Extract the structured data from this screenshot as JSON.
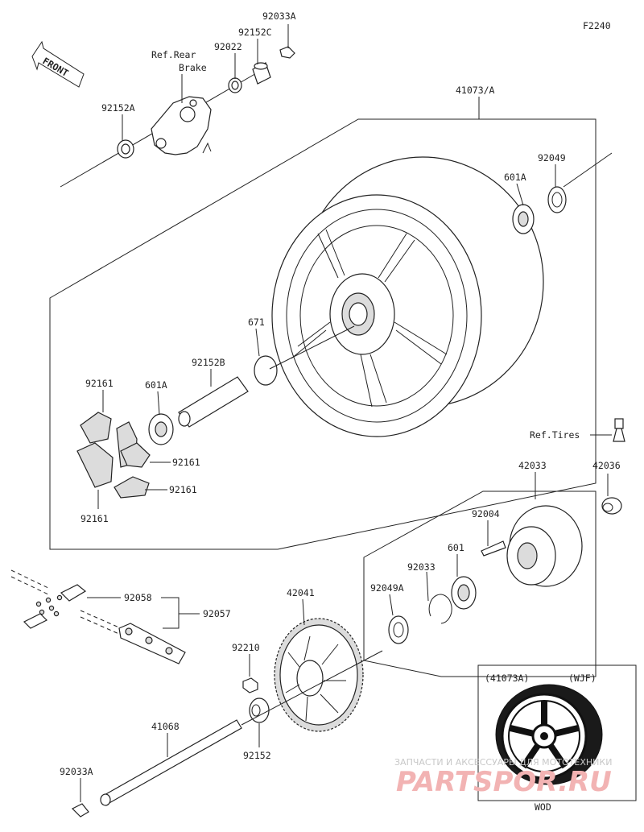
{
  "figure_code": "F2240",
  "front_label": "FRONT",
  "labels": {
    "p92033A_top": "92033A",
    "p92152C": "92152C",
    "p92022": "92022",
    "ref_rear_brake_1": "Ref.Rear",
    "ref_rear_brake_2": "Brake",
    "p92152A": "92152A",
    "p41073A": "41073/A",
    "p92049": "92049",
    "p601A_right": "601A",
    "p671": "671",
    "p92152B": "92152B",
    "p601A_left": "601A",
    "p92161_a": "92161",
    "p92161_b": "92161",
    "p92161_c": "92161",
    "p92161_d": "92161",
    "ref_tires": "Ref.Tires",
    "p42033": "42033",
    "p42036": "42036",
    "p92004": "92004",
    "p601": "601",
    "p92033": "92033",
    "p92049A": "92049A",
    "p92058": "92058",
    "p92057": "92057",
    "p42041": "42041",
    "p92210": "92210",
    "p41068": "41068",
    "p92152": "92152",
    "p92033A_bottom": "92033A"
  },
  "inset": {
    "code_left": "(41073A)",
    "code_right": "(WJF)",
    "caption": "WOD"
  },
  "watermark": {
    "line1": "ЗАПЧАСТИ И АКСЕССУАРЫ ДЛЯ МОТОТЕХНИКИ",
    "line2": "PARTSPOR.RU"
  }
}
